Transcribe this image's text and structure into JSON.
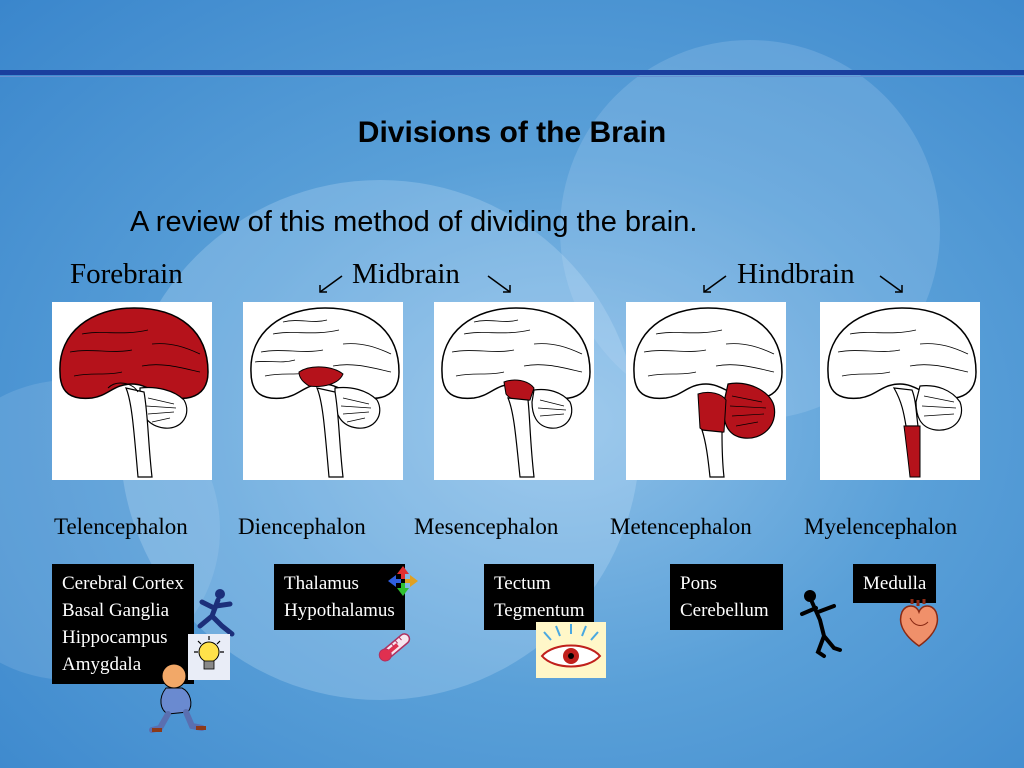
{
  "slide": {
    "title": "Divisions of the Brain",
    "subtitle": "A review of this method of dividing the brain."
  },
  "divisions": [
    {
      "label": "Forebrain"
    },
    {
      "label": "Midbrain"
    },
    {
      "label": "Hindbrain"
    }
  ],
  "regions": [
    {
      "label": "Telencephalon",
      "structures": [
        "Cerebral Cortex",
        "Basal Ganglia",
        "Hippocampus",
        "Amygdala"
      ]
    },
    {
      "label": "Diencephalon",
      "structures": [
        "Thalamus",
        "Hypothalamus"
      ]
    },
    {
      "label": "Mesencephalon",
      "structures": [
        "Tectum",
        "Tegmentum"
      ]
    },
    {
      "label": "Metencephalon",
      "structures": [
        "Pons",
        "Cerebellum"
      ]
    },
    {
      "label": "Myelencephalon",
      "structures": [
        "Medulla"
      ]
    }
  ],
  "colors": {
    "highlight": "#b5121b",
    "title_bar": "#1a3f9e",
    "background": "#5aa0d8",
    "box": "#000000"
  },
  "icons": [
    "running-figure-icon",
    "lightbulb-icon",
    "thinking-man-icon",
    "directional-arrows-icon",
    "thermometer-icon",
    "eye-icon",
    "dancing-figure-icon",
    "heart-icon"
  ]
}
